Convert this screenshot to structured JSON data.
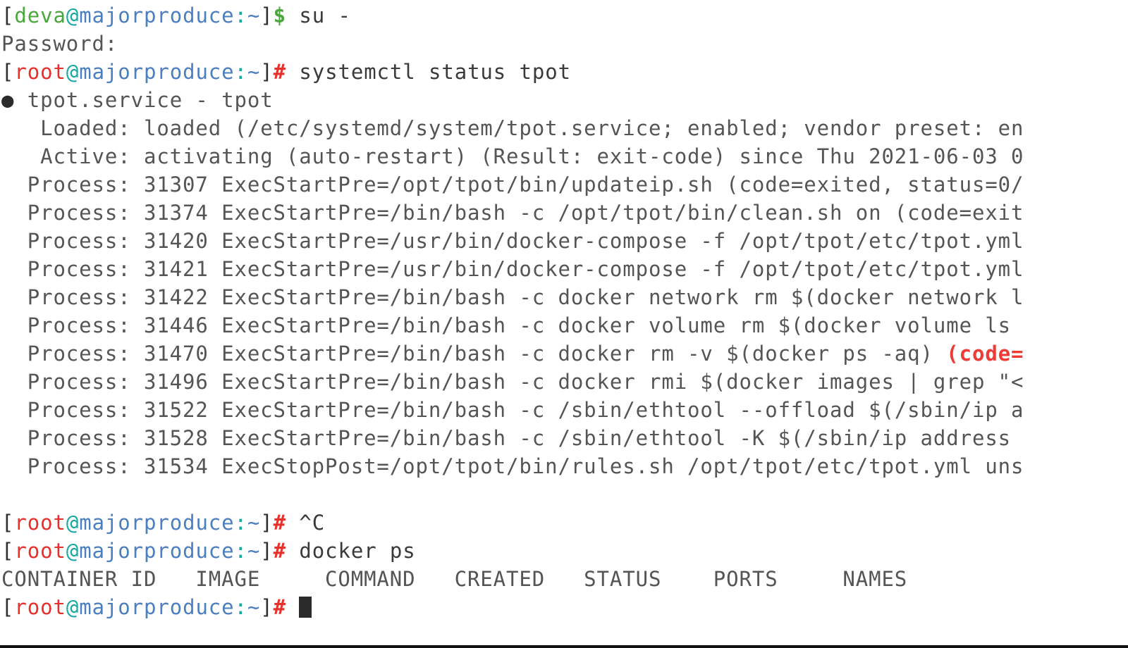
{
  "terminal": {
    "colors": {
      "background": "#ffffff",
      "foreground": "#3a3a3a",
      "user_normal": "#4aa73b",
      "user_root": "#e8302b",
      "at_sign": "#17a8a0",
      "hostname": "#4a7fc1",
      "failure_red": "#ef3b36",
      "cursor": "#2b2b2b"
    },
    "prompt": {
      "open_bracket": "[",
      "user_normal": "deva",
      "user_root": "root",
      "at": "@",
      "host": "majorproduce",
      "colon": ":",
      "path": "~",
      "close_bracket": "]",
      "sigil_user": "$",
      "sigil_root": "#"
    },
    "lines": [
      {
        "type": "prompt",
        "user": "deva",
        "sigil": "$",
        "command": " su -"
      },
      {
        "type": "output",
        "text": "Password:"
      },
      {
        "type": "prompt",
        "user": "root",
        "sigil": "#",
        "command": " systemctl status tpot"
      },
      {
        "type": "bullet",
        "text": "tpot.service - tpot"
      },
      {
        "type": "output",
        "text": "   Loaded: loaded (/etc/systemd/system/tpot.service; enabled; vendor preset: en"
      },
      {
        "type": "output",
        "text": "   Active: activating (auto-restart) (Result: exit-code) since Thu 2021-06-03 0"
      },
      {
        "type": "output",
        "text": "  Process: 31307 ExecStartPre=/opt/tpot/bin/updateip.sh (code=exited, status=0/"
      },
      {
        "type": "output",
        "text": "  Process: 31374 ExecStartPre=/bin/bash -c /opt/tpot/bin/clean.sh on (code=exit"
      },
      {
        "type": "output",
        "text": "  Process: 31420 ExecStartPre=/usr/bin/docker-compose -f /opt/tpot/etc/tpot.yml"
      },
      {
        "type": "output",
        "text": "  Process: 31421 ExecStartPre=/usr/bin/docker-compose -f /opt/tpot/etc/tpot.yml"
      },
      {
        "type": "output",
        "text": "  Process: 31422 ExecStartPre=/bin/bash -c docker network rm $(docker network l"
      },
      {
        "type": "output",
        "text": "  Process: 31446 ExecStartPre=/bin/bash -c docker volume rm $(docker volume ls "
      },
      {
        "type": "output-fail",
        "text": "  Process: 31470 ExecStartPre=/bin/bash -c docker rm -v $(docker ps -aq) ",
        "fail_text": "(code="
      },
      {
        "type": "output",
        "text": "  Process: 31496 ExecStartPre=/bin/bash -c docker rmi $(docker images | grep \"<"
      },
      {
        "type": "output",
        "text": "  Process: 31522 ExecStartPre=/bin/bash -c /sbin/ethtool --offload $(/sbin/ip a"
      },
      {
        "type": "output",
        "text": "  Process: 31528 ExecStartPre=/bin/bash -c /sbin/ethtool -K $(/sbin/ip address "
      },
      {
        "type": "output",
        "text": "  Process: 31534 ExecStopPost=/opt/tpot/bin/rules.sh /opt/tpot/etc/tpot.yml uns"
      },
      {
        "type": "blank",
        "text": ""
      },
      {
        "type": "prompt",
        "user": "root",
        "sigil": "#",
        "command": " ^C"
      },
      {
        "type": "prompt",
        "user": "root",
        "sigil": "#",
        "command": " docker ps"
      },
      {
        "type": "output",
        "text": "CONTAINER ID   IMAGE     COMMAND   CREATED   STATUS    PORTS     NAMES"
      },
      {
        "type": "prompt-cursor",
        "user": "root",
        "sigil": "#",
        "command": " "
      }
    ],
    "docker_ps_headers": [
      "CONTAINER ID",
      "IMAGE",
      "COMMAND",
      "CREATED",
      "STATUS",
      "PORTS",
      "NAMES"
    ],
    "service": {
      "unit": "tpot.service",
      "description": "tpot",
      "loaded_state": "loaded",
      "unit_path": "/etc/systemd/system/tpot.service",
      "enabled": "enabled",
      "vendor_preset": "en",
      "active_state": "activating (auto-restart)",
      "result": "exit-code",
      "since": "Thu 2021-06-03 0",
      "processes": [
        {
          "pid": "31307",
          "exec": "ExecStartPre=/opt/tpot/bin/updateip.sh",
          "code": "code=exited, status=0/"
        },
        {
          "pid": "31374",
          "exec": "ExecStartPre=/bin/bash -c /opt/tpot/bin/clean.sh on",
          "code": "code=exit"
        },
        {
          "pid": "31420",
          "exec": "ExecStartPre=/usr/bin/docker-compose -f /opt/tpot/etc/tpot.yml",
          "code": ""
        },
        {
          "pid": "31421",
          "exec": "ExecStartPre=/usr/bin/docker-compose -f /opt/tpot/etc/tpot.yml",
          "code": ""
        },
        {
          "pid": "31422",
          "exec": "ExecStartPre=/bin/bash -c docker network rm $(docker network l",
          "code": ""
        },
        {
          "pid": "31446",
          "exec": "ExecStartPre=/bin/bash -c docker volume rm $(docker volume ls ",
          "code": ""
        },
        {
          "pid": "31470",
          "exec": "ExecStartPre=/bin/bash -c docker rm -v $(docker ps -aq)",
          "code": "(code="
        },
        {
          "pid": "31496",
          "exec": "ExecStartPre=/bin/bash -c docker rmi $(docker images | grep \"<",
          "code": ""
        },
        {
          "pid": "31522",
          "exec": "ExecStartPre=/bin/bash -c /sbin/ethtool --offload $(/sbin/ip a",
          "code": ""
        },
        {
          "pid": "31528",
          "exec": "ExecStartPre=/bin/bash -c /sbin/ethtool -K $(/sbin/ip address ",
          "code": ""
        },
        {
          "pid": "31534",
          "exec": "ExecStopPost=/opt/tpot/bin/rules.sh /opt/tpot/etc/tpot.yml uns",
          "code": ""
        }
      ]
    }
  }
}
